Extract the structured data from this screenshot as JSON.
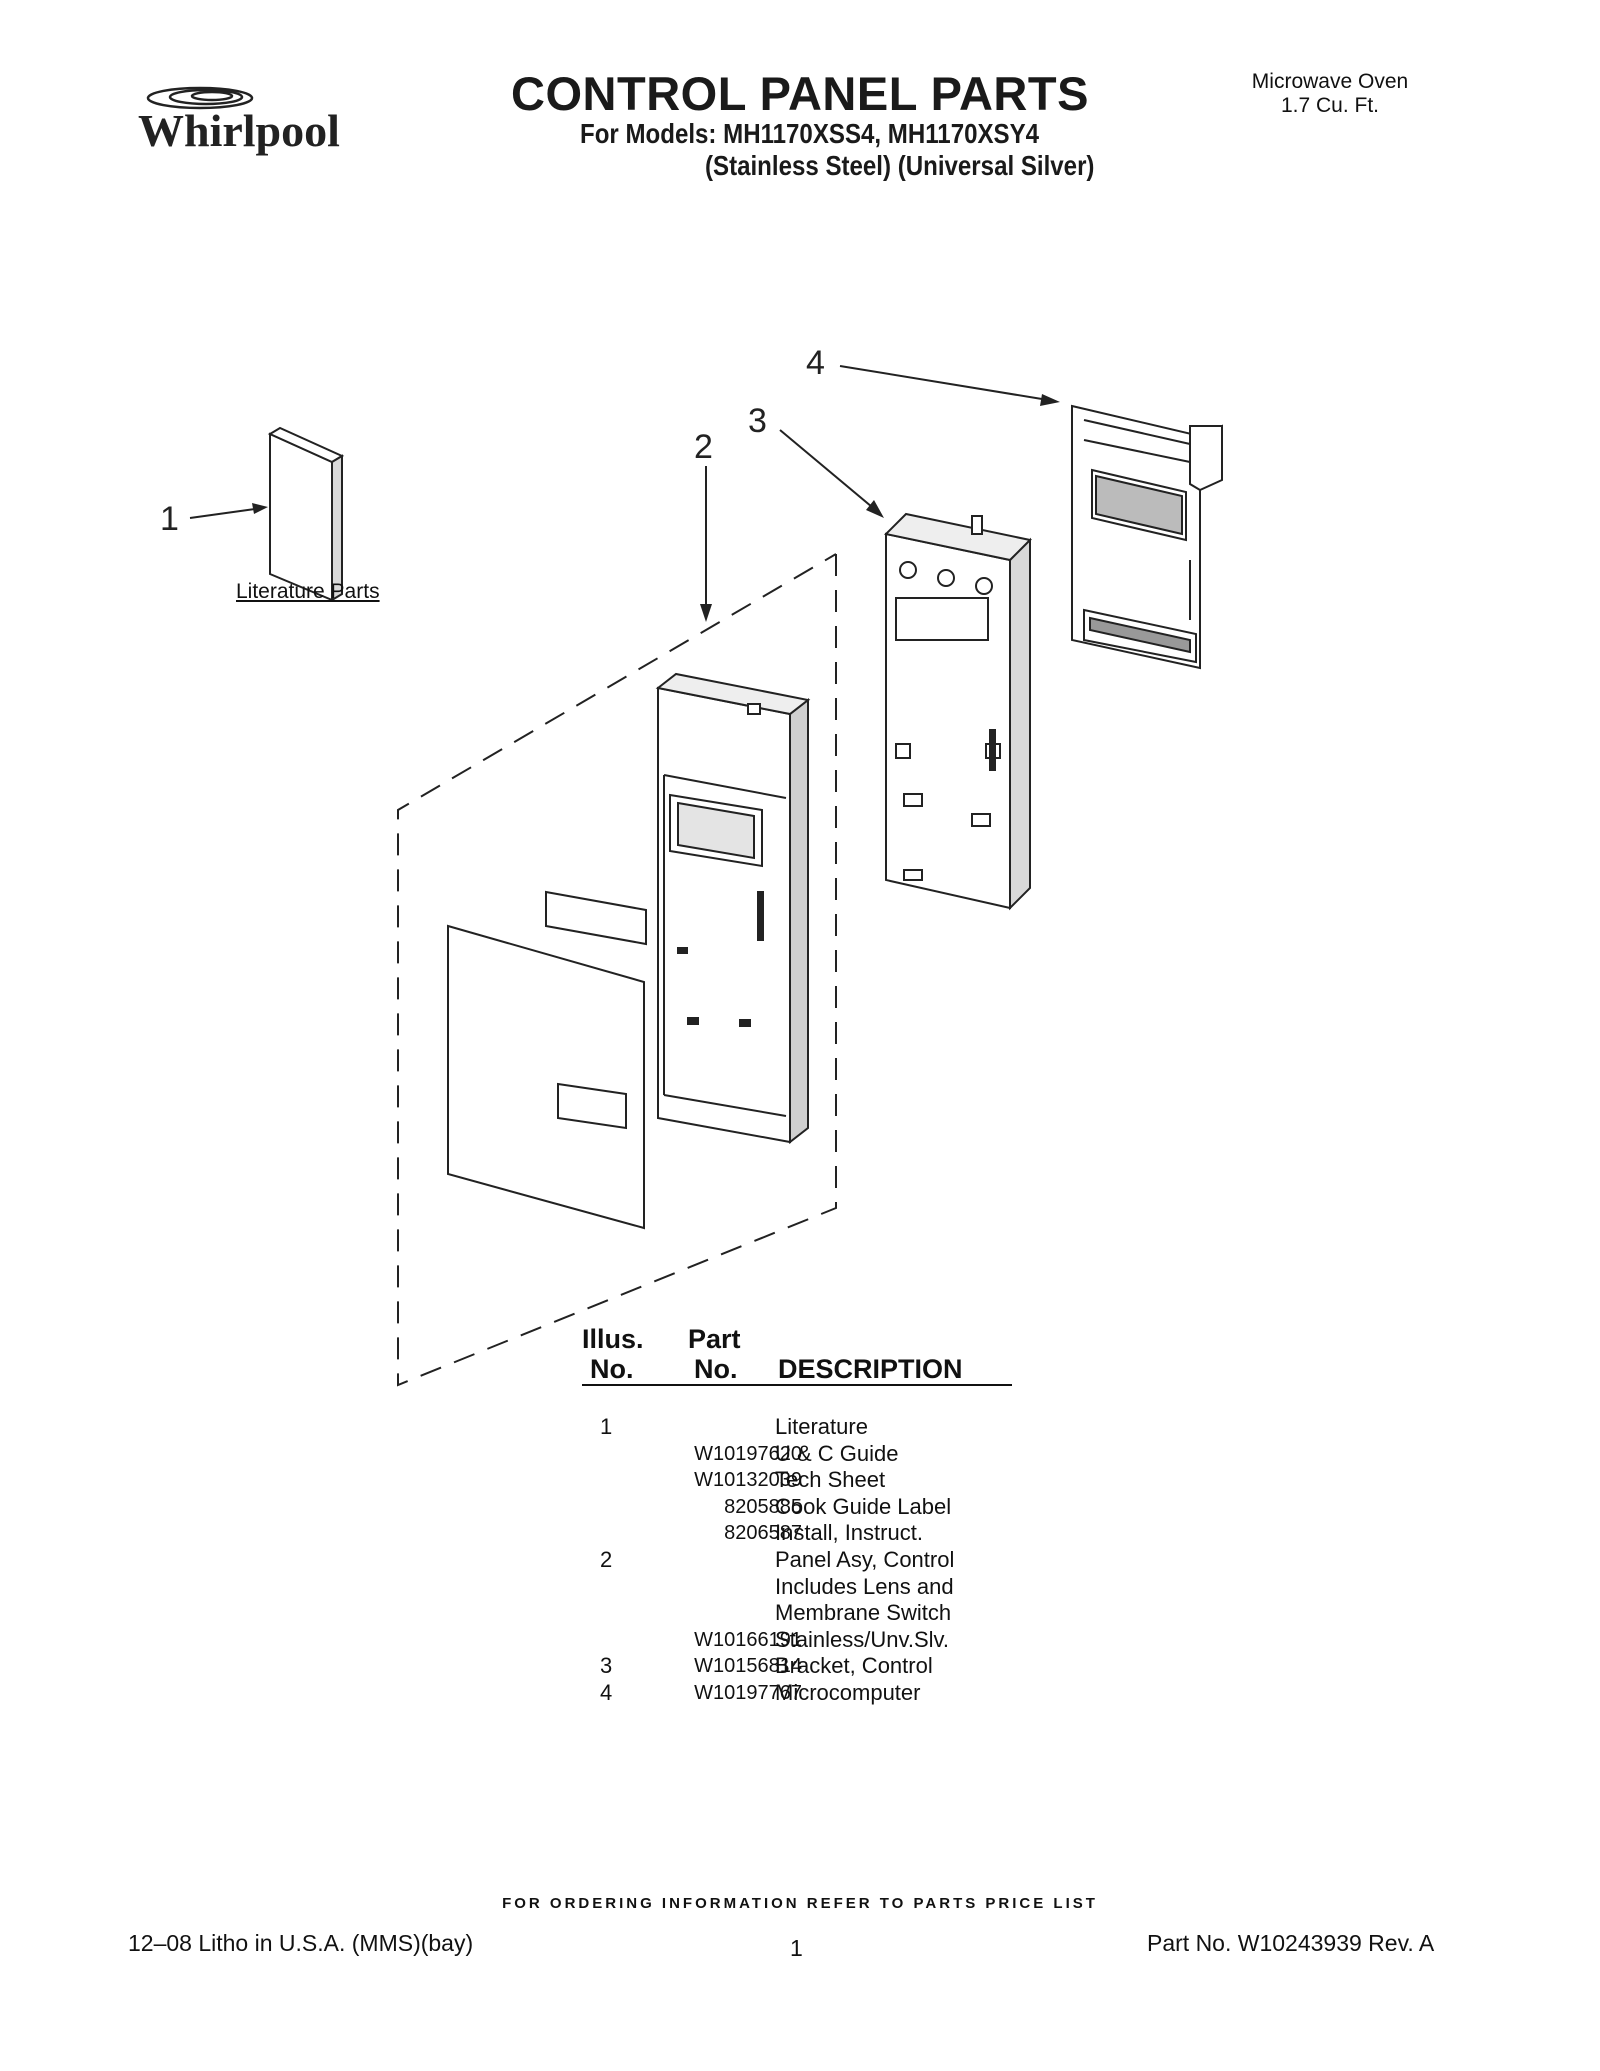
{
  "header": {
    "brand": "Whirlpool",
    "title": "CONTROL PANEL PARTS",
    "models_line": "For Models: MH1170XSS4, MH1170XSY4",
    "finishes_line": "(Stainless Steel) (Universal Silver)",
    "product_type": "Microwave Oven",
    "capacity": "1.7 Cu. Ft."
  },
  "diagram": {
    "callouts": [
      "1",
      "2",
      "3",
      "4"
    ],
    "literature_label": "Literature Parts"
  },
  "parts_table": {
    "headers": {
      "illus_line1": "Illus.",
      "illus_line2": "No.",
      "part_line1": "Part",
      "part_line2": "No.",
      "description": "DESCRIPTION"
    },
    "rows": [
      {
        "illus": "1",
        "part": "",
        "description": "Literature"
      },
      {
        "illus": "",
        "part": "W10197620",
        "description": "U & C Guide"
      },
      {
        "illus": "",
        "part": "W10132039",
        "description": "Tech Sheet"
      },
      {
        "illus": "",
        "part": "8205885",
        "description": "Cook Guide Label"
      },
      {
        "illus": "",
        "part": "8206587",
        "description": "Install, Instruct."
      },
      {
        "illus": "2",
        "part": "",
        "description": "Panel Asy, Control"
      },
      {
        "illus": "",
        "part": "",
        "description": "Includes Lens and"
      },
      {
        "illus": "",
        "part": "",
        "description": "Membrane Switch"
      },
      {
        "illus": "",
        "part": "W10166191",
        "description": "Stainless/Unv.Slv."
      },
      {
        "illus": "3",
        "part": "W10156814",
        "description": "Bracket, Control"
      },
      {
        "illus": "4",
        "part": "W10197767",
        "description": "Microcomputer"
      }
    ]
  },
  "footer": {
    "order_note": "FOR ORDERING INFORMATION REFER TO PARTS PRICE LIST",
    "litho": "12–08 Litho in U.S.A. (MMS)(bay)",
    "page": "1",
    "part_no": "Part No. W10243939 Rev. A"
  }
}
